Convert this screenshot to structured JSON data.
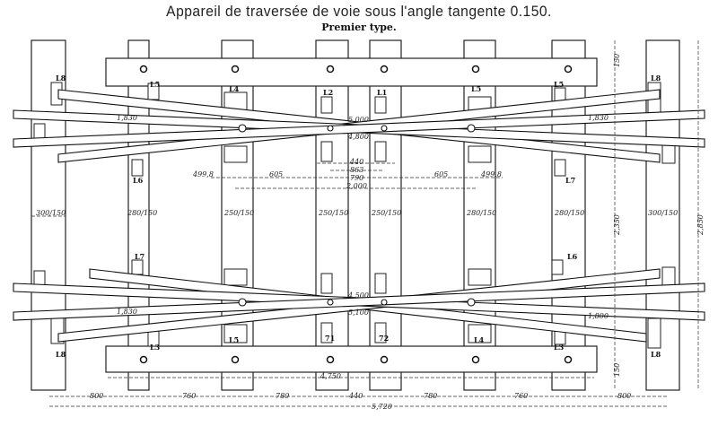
{
  "title": "Appareil de traversée de voie sous l'angle tangente 0.150.",
  "subtitle": "Premier type.",
  "plates": {
    "upper_top": [
      "L8",
      "L5",
      "L4",
      "L2",
      "L1",
      "L5",
      "L5",
      "L8"
    ],
    "upper_bottom": [
      "L6",
      "L7"
    ],
    "lower_top": [
      "L7",
      "L6"
    ],
    "lower_bottom": [
      "L8",
      "L3",
      "L5",
      "71",
      "72",
      "L4",
      "L3",
      "L8"
    ]
  },
  "tie_dimensions": [
    "300/150",
    "280/150",
    "250/150",
    "250/150",
    "250/150",
    "280/150",
    "280/150",
    "300/150"
  ],
  "upper_crossing": {
    "radius_left": "1,830",
    "radius_right": "1,830",
    "center_top": "5,000",
    "center_bottom": "4,800"
  },
  "lower_crossing": {
    "radius_left": "1,830",
    "radius_right": "1,800",
    "center_top": "4,500",
    "center_bottom": "5,100"
  },
  "middle_dimensions": {
    "left_end": "499,8",
    "left_span": "605",
    "inner_1": "440",
    "inner_2": "863",
    "inner_3": "790",
    "total": "2,000",
    "right_span": "605",
    "right_end": "499,8"
  },
  "bottom_dimensions": {
    "spacings": [
      "800",
      "760",
      "780",
      "440",
      "780",
      "760",
      "800"
    ],
    "total": "5,720",
    "plank_length": "4,750"
  },
  "right_dimensions": {
    "top_offset": "150",
    "bottom_offset": "150",
    "inner_width": "2,350",
    "outer_width": "2,850"
  }
}
